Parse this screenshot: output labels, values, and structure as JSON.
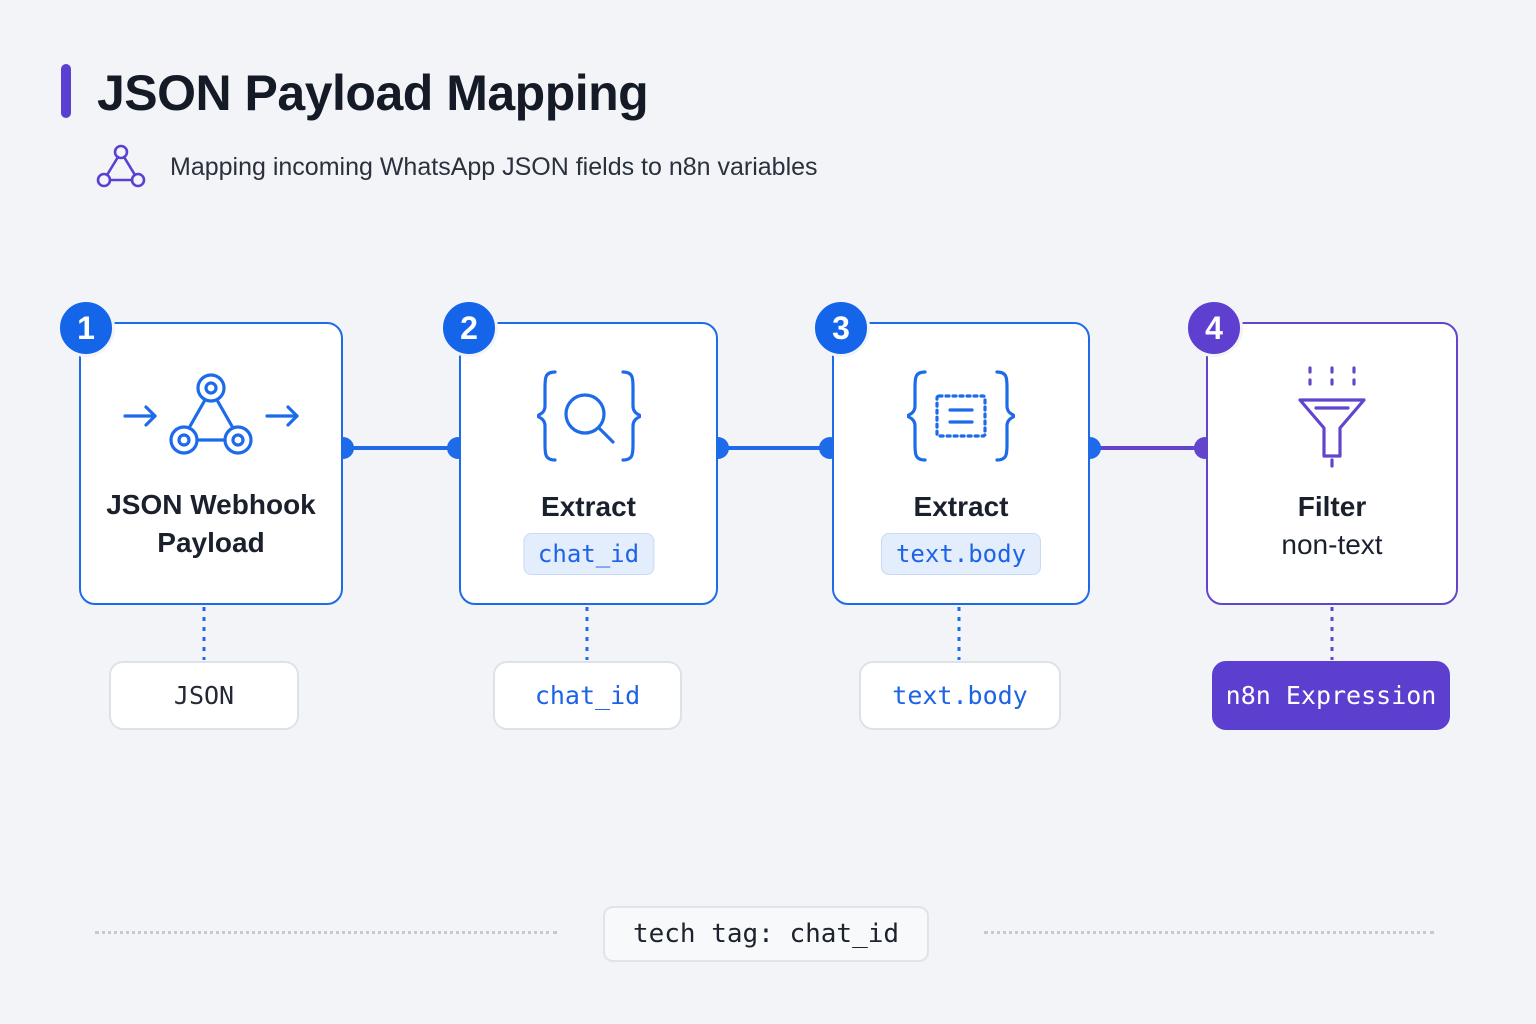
{
  "header": {
    "title": "JSON Payload Mapping",
    "subtitle": "Mapping incoming WhatsApp JSON fields to n8n variables",
    "subtitle_icon": "webhook-icon",
    "accent_color": "#5b3fd0"
  },
  "steps": [
    {
      "number": "1",
      "title_lines": [
        "JSON Webhook",
        "Payload"
      ],
      "icon": "webhook-icon",
      "output_label": "JSON",
      "color": "#1e6bea"
    },
    {
      "number": "2",
      "title": "Extract",
      "chip": "chat_id",
      "icon": "json-search-icon",
      "output_label": "chat_id",
      "color": "#1e6bea"
    },
    {
      "number": "3",
      "title": "Extract",
      "chip": "text.body",
      "icon": "json-field-icon",
      "output_label": "text.body",
      "color": "#1e6bea"
    },
    {
      "number": "4",
      "title": "Filter",
      "subtitle": "non-text",
      "icon": "filter-icon",
      "output_label": "n8n Expression",
      "color": "#6345cc"
    }
  ],
  "footer": {
    "tech_tag": "tech tag: chat_id"
  }
}
